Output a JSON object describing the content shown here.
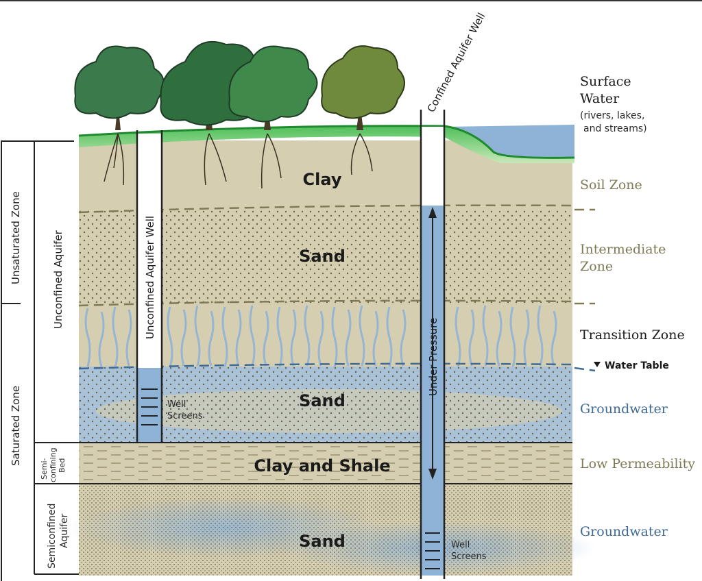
{
  "layers": {
    "clay": "Clay",
    "sand_upper": "Sand",
    "sand_middle": "Sand",
    "clay_shale": "Clay and Shale",
    "sand_lower": "Sand"
  },
  "wells": {
    "confined": "Confined Aquifer Well",
    "unconfined": "Unconfined Aquifer Well",
    "pressure": "Under Pressure",
    "screens_left": "Well Screens",
    "screens_right": "Well Screens"
  },
  "side_zones": {
    "unsaturated": "Unsaturated Zone",
    "saturated": "Saturated Zone",
    "unconfined_aquifer": "Unconfined Aquifer",
    "semiconfining_bed_line1": "Semi-",
    "semiconfining_bed_line2": "confining",
    "semiconfining_bed_line3": "Bed",
    "semiconfined_aquifer_line1": "Semiconfined",
    "semiconfined_aquifer_line2": "Aquifer"
  },
  "right_labels": {
    "surface_line1": "Surface",
    "surface_line2": "Water",
    "surface_note_line1": "(rivers, lakes,",
    "surface_note_line2": "and streams)",
    "soil_zone": "Soil Zone",
    "intermediate_line1": "Intermediate",
    "intermediate_line2": "Zone",
    "transition_zone": "Transition Zone",
    "water_table": "Water Table",
    "groundwater_upper": "Groundwater",
    "low_permeability": "Low Permeability",
    "groundwater_lower": "Groundwater"
  },
  "colors": {
    "soil": "#d6ceb1",
    "water": "#8fb3d6",
    "grass": "#2f9e3e",
    "tree_dark": "#3b7a4a",
    "tree_olive": "#6f8a3c",
    "zone_olive": "#7f7a55",
    "zone_blue": "#3f6a94"
  }
}
